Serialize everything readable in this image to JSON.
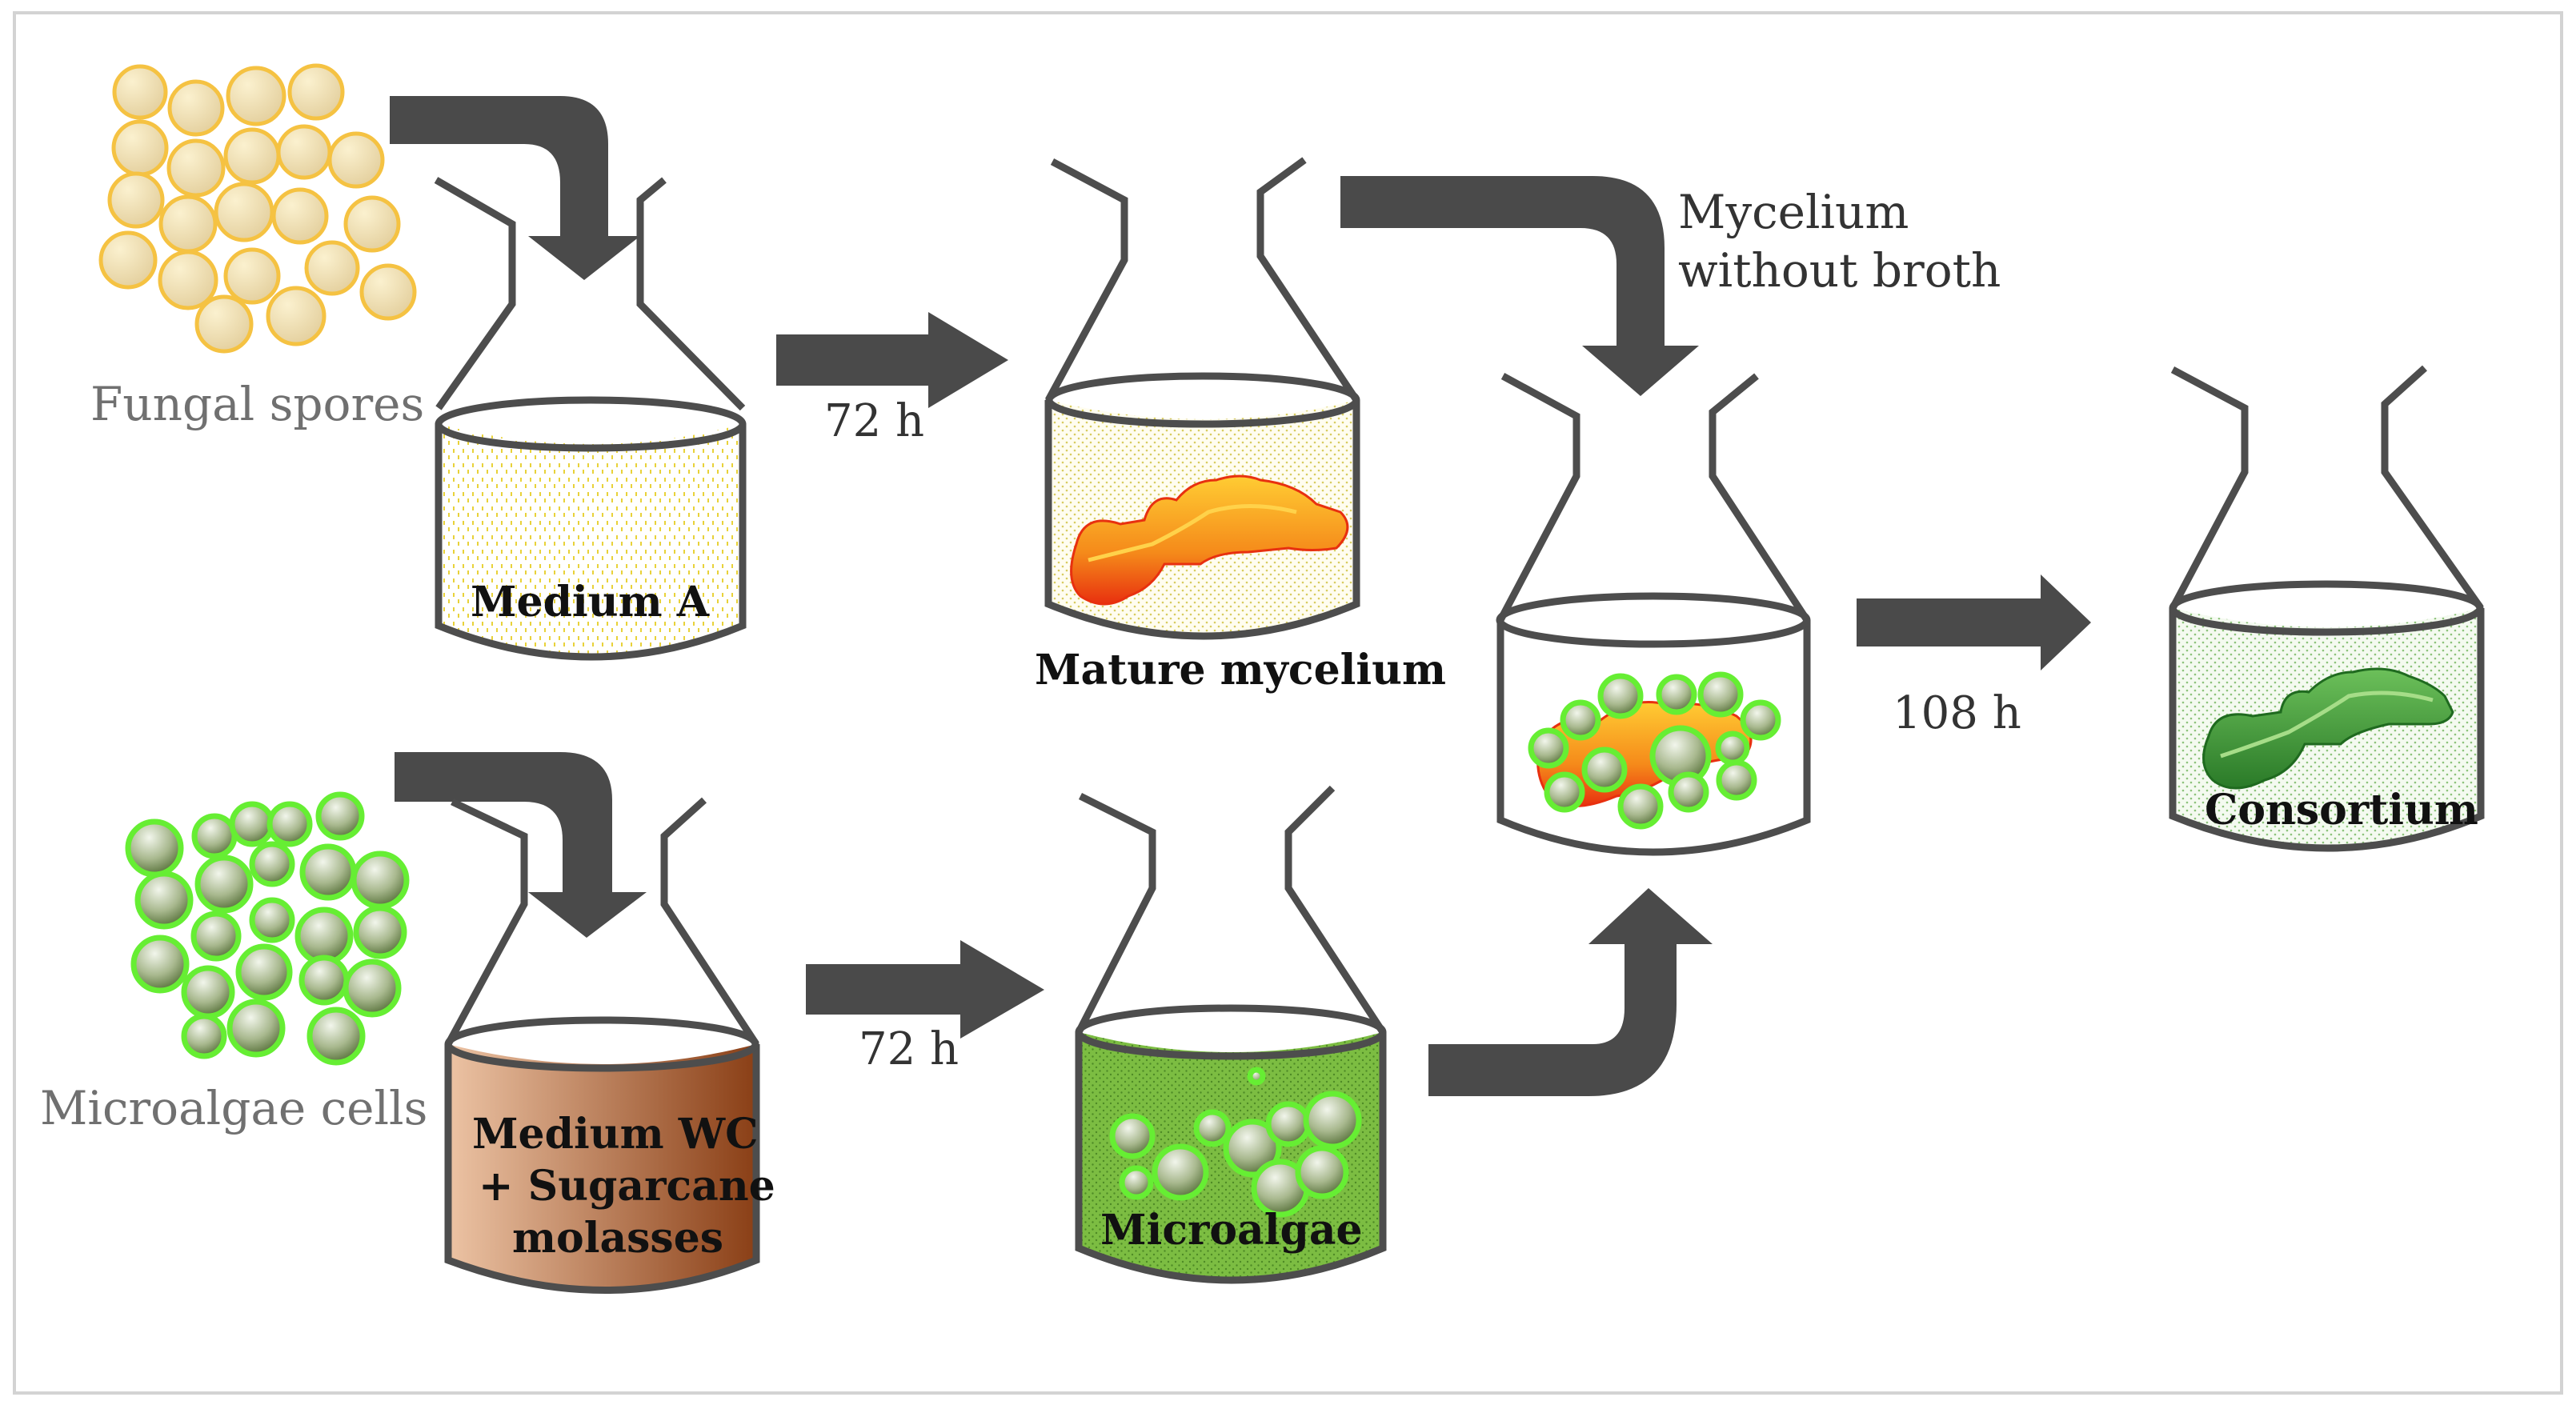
{
  "labels": {
    "fungal_spores": "Fungal spores",
    "microalgae_cells": "Microalgae cells",
    "medium_a": "Medium A",
    "mature_mycelium": "Mature mycelium",
    "medium_wc_line1": "Medium WC",
    "medium_wc_line2": "+ Sugarcane",
    "medium_wc_line3": "molasses",
    "microalgae": "Microalgae",
    "mycelium_without_broth_line1": "Mycelium",
    "mycelium_without_broth_line2": "without broth",
    "consortium": "Consortium",
    "time_top": "72 h",
    "time_bottom": "72 h",
    "time_final": "108 h"
  },
  "colors": {
    "arrow": "#4a4a4a",
    "flask_outline": "#4d4d4d",
    "spore_fill": "#f5e3b0",
    "spore_stroke": "#f5c242",
    "cell_stroke": "#66ee33",
    "cell_fill_dark": "#556b3a",
    "medium_a_dot": "#e8d23a",
    "medium_wc_light": "#ecc3a4",
    "medium_wc_dark": "#8a3f16",
    "microalgae_medium": "#7cbd42",
    "mycelium_orange": "#f58a1a",
    "mycelium_red": "#e8300f",
    "consortium_green": "#3a9a35",
    "frame": "#d3d3d3"
  }
}
